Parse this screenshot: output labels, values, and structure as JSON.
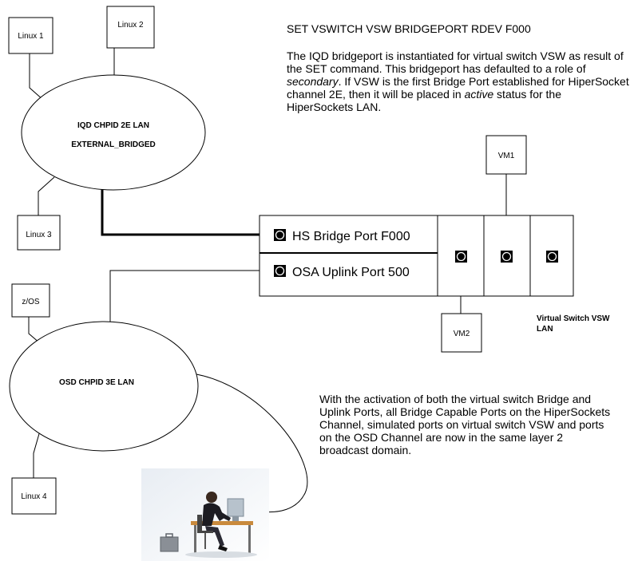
{
  "command": "SET VSWITCH VSW BRIDGEPORT RDEV F000",
  "description_top": {
    "part1": "The IQD bridgeport is instantiated for virtual switch VSW as result of the SET command.  This bridgeport has defaulted to a role of ",
    "italic1": "secondary",
    "part2": ".  If VSW is the first Bridge Port established for HiperSocket channel 2E, then it will be placed in ",
    "italic2": "active",
    "part3": " status for the HiperSockets LAN."
  },
  "description_bottom": "With the activation of both the virtual switch Bridge and Uplink Ports, all Bridge Capable Ports on the HiperSockets Channel, simulated ports on virtual switch VSW and ports on the OSD Channel are now in the same layer 2 broadcast domain.",
  "systems": {
    "linux1": "Linux 1",
    "linux2": "Linux 2",
    "linux3": "Linux 3",
    "linux4": "Linux 4",
    "zos": "z/OS",
    "vm1": "VM1",
    "vm2": "VM2"
  },
  "lans": {
    "iqd_line1": "IQD CHPID 2E LAN",
    "iqd_line2": "EXTERNAL_BRIDGED",
    "osd": "OSD CHPID 3E LAN"
  },
  "ports": {
    "hs_bridge": "HS Bridge Port  F000",
    "osa_uplink": "OSA Uplink Port 500"
  },
  "vswitch": {
    "line1": "Virtual Switch VSW",
    "line2": "LAN"
  }
}
